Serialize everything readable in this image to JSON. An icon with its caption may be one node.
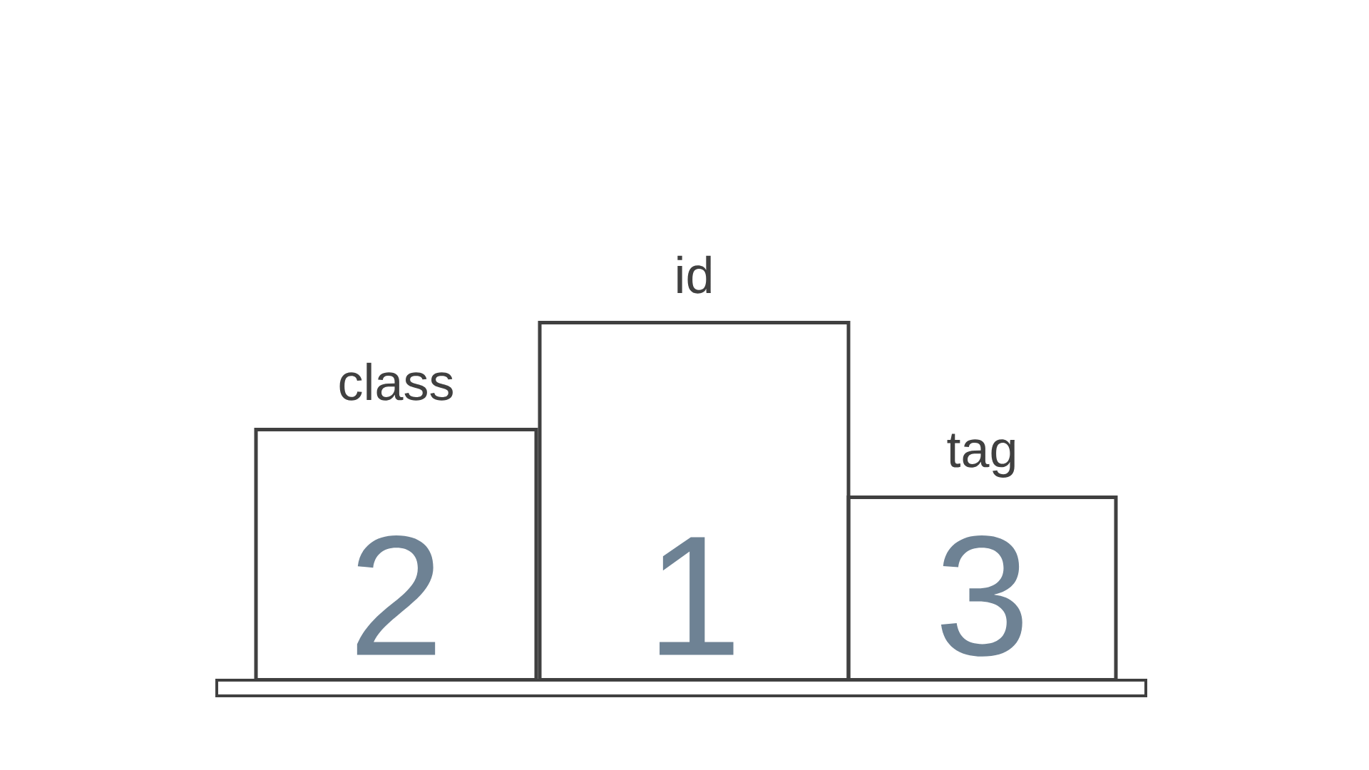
{
  "diagram": {
    "nodes": [
      {
        "text": [
          "2"
        ],
        "beside": [
          "class"
        ]
      },
      {
        "text": [
          "1"
        ],
        "beside": [
          "id"
        ]
      },
      {
        "text": [
          "3"
        ],
        "beside": [
          "tag"
        ]
      },
      {
        "text": [],
        "shape": "bar"
      }
    ]
  }
}
